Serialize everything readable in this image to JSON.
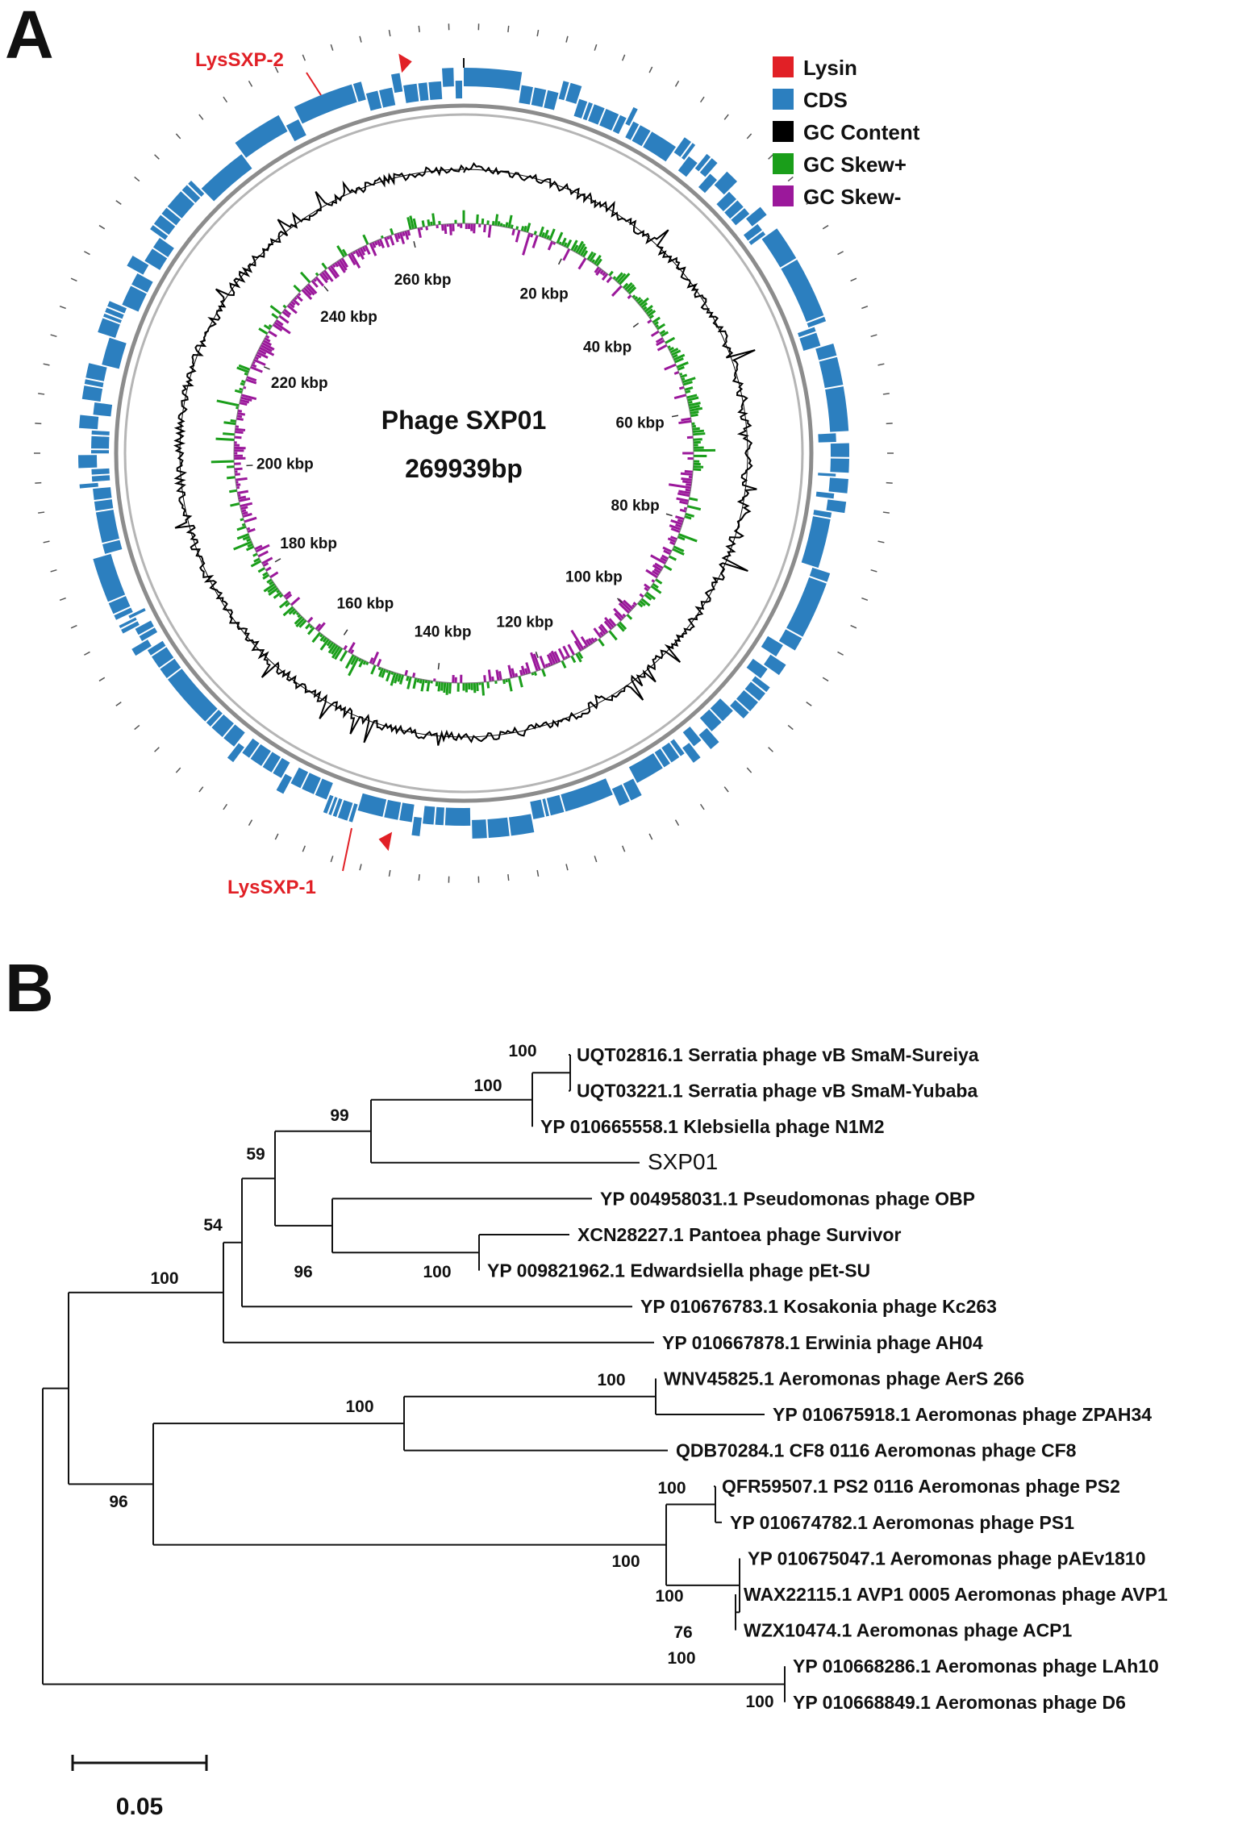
{
  "panel_a": {
    "letter": "A",
    "title": "Phage SXP01",
    "genome_size": "269939bp",
    "legend": [
      {
        "label": "Lysin",
        "color": "#e12026"
      },
      {
        "label": "CDS",
        "color": "#2c7fbf"
      },
      {
        "label": "GC Content",
        "color": "#000000"
      },
      {
        "label": "GC Skew+",
        "color": "#1a9e1a"
      },
      {
        "label": "GC Skew-",
        "color": "#9b189b"
      }
    ],
    "ticks": [
      "20 kbp",
      "40 kbp",
      "60 kbp",
      "80 kbp",
      "100 kbp",
      "120 kbp",
      "140 kbp",
      "160 kbp",
      "180 kbp",
      "200 kbp",
      "220 kbp",
      "240 kbp",
      "260 kbp"
    ],
    "lysins": [
      {
        "label": "LysSXP-2",
        "position_kbp": 263
      },
      {
        "label": "LysSXP-1",
        "position_kbp": 143
      }
    ],
    "colors": {
      "cds": "#2c7fbf",
      "backbone": "#8c8c8c",
      "gc": "#000000",
      "skew_pos": "#1a9e1a",
      "skew_neg": "#9b189b",
      "lysin": "#e12026"
    }
  },
  "panel_b": {
    "letter": "B",
    "leaves": [
      {
        "id": "UQT02816.1 Serratia phage vB SmaM-Sureiya",
        "highlight": false
      },
      {
        "id": "UQT03221.1 Serratia phage vB SmaM-Yubaba",
        "highlight": false
      },
      {
        "id": "YP 010665558.1 Klebsiella phage N1M2",
        "highlight": false
      },
      {
        "id": "SXP01",
        "highlight": true
      },
      {
        "id": "YP 004958031.1 Pseudomonas phage OBP",
        "highlight": false
      },
      {
        "id": "XCN28227.1 Pantoea phage Survivor",
        "highlight": false
      },
      {
        "id": "YP 009821962.1 Edwardsiella phage pEt-SU",
        "highlight": false
      },
      {
        "id": "YP 010676783.1 Kosakonia phage Kc263",
        "highlight": false
      },
      {
        "id": "YP 010667878.1 Erwinia phage AH04",
        "highlight": false
      },
      {
        "id": "WNV45825.1 Aeromonas phage AerS 266",
        "highlight": false
      },
      {
        "id": "YP 010675918.1 Aeromonas phage ZPAH34",
        "highlight": false
      },
      {
        "id": "QDB70284.1 CF8 0116 Aeromonas phage CF8",
        "highlight": false
      },
      {
        "id": "QFR59507.1 PS2 0116 Aeromonas phage PS2",
        "highlight": false
      },
      {
        "id": "YP 010674782.1 Aeromonas phage PS1",
        "highlight": false
      },
      {
        "id": "YP 010675047.1 Aeromonas phage pAEv1810",
        "highlight": false
      },
      {
        "id": "WAX22115.1 AVP1 0005 Aeromonas phage AVP1",
        "highlight": false
      },
      {
        "id": "WZX10474.1 Aeromonas phage ACP1",
        "highlight": false
      },
      {
        "id": "YP 010668286.1 Aeromonas phage LAh10",
        "highlight": false
      },
      {
        "id": "YP 010668849.1 Aeromonas phage D6",
        "highlight": false
      }
    ],
    "bootstrap_values": [
      "100",
      "100",
      "99",
      "59",
      "54",
      "96",
      "100",
      "100",
      "100",
      "100",
      "96",
      "100",
      "100",
      "100",
      "76",
      "100"
    ],
    "scale_bar_label": "0.05",
    "highlight_color": "#e12026"
  }
}
